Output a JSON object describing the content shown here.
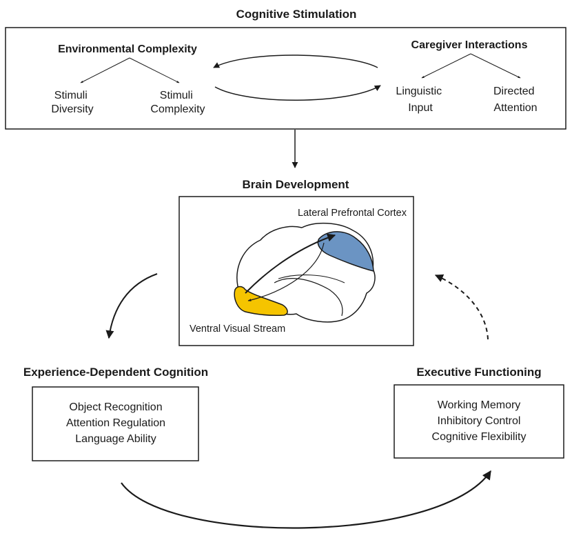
{
  "colors": {
    "ink": "#1a1a1a",
    "prefrontal": "#6b94c3",
    "ventral_visual": "#f5c400"
  },
  "cognitive_stimulation": {
    "title": "Cognitive Stimulation",
    "environmental": {
      "heading": "Environmental Complexity",
      "item1": [
        "Stimuli",
        "Diversity"
      ],
      "item2": [
        "Stimuli",
        "Complexity"
      ]
    },
    "caregiver": {
      "heading": "Caregiver Interactions",
      "item1": [
        "Linguistic",
        "Input"
      ],
      "item2": [
        "Directed",
        "Attention"
      ]
    }
  },
  "brain_development": {
    "title": "Brain Development",
    "region_top": "Lateral Prefrontal Cortex",
    "region_bottom": "Ventral Visual Stream"
  },
  "experience_dependent": {
    "title": "Experience-Dependent Cognition",
    "items": [
      "Object Recognition",
      "Attention Regulation",
      "Language Ability"
    ]
  },
  "executive_functioning": {
    "title": "Executive Functioning",
    "items": [
      "Working Memory",
      "Inhibitory Control",
      "Cognitive Flexibility"
    ]
  }
}
